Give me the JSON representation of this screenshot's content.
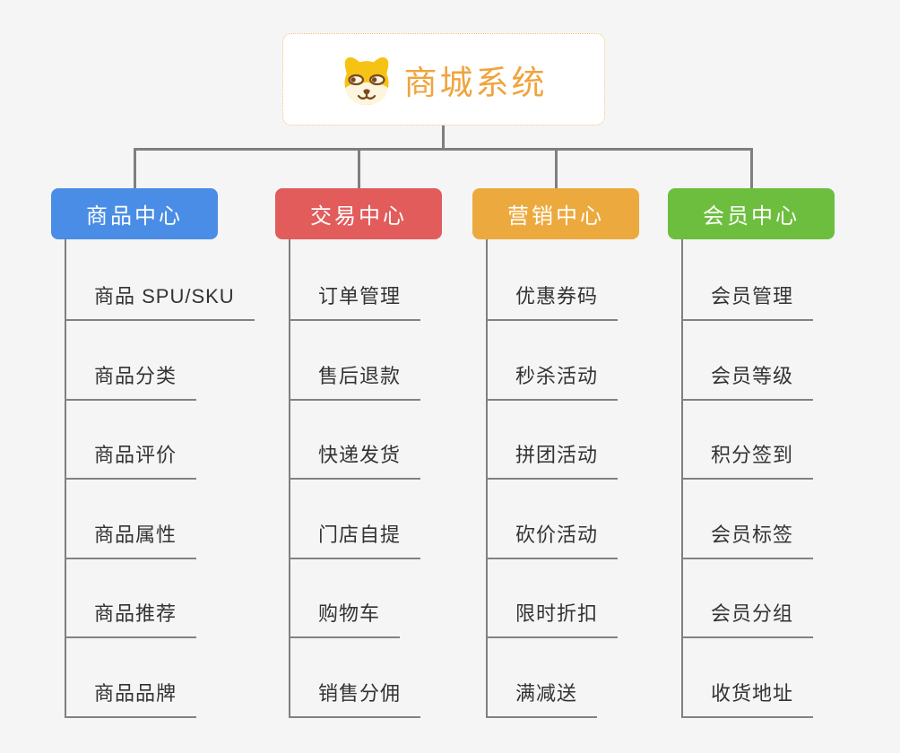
{
  "root": {
    "title": "商城系统",
    "icon": "dog-face",
    "title_color": "#F0A43C",
    "border_color": "#F1C078",
    "background": "#FFFFFF"
  },
  "branches": [
    {
      "label": "商品中心",
      "color": "#4A8DE6",
      "children": [
        "商品 SPU/SKU",
        "商品分类",
        "商品评价",
        "商品属性",
        "商品推荐",
        "商品品牌"
      ]
    },
    {
      "label": "交易中心",
      "color": "#E25C5C",
      "children": [
        "订单管理",
        "售后退款",
        "快递发货",
        "门店自提",
        "购物车",
        "销售分佣"
      ]
    },
    {
      "label": "营销中心",
      "color": "#ECAA3E",
      "children": [
        "优惠券码",
        "秒杀活动",
        "拼团活动",
        "砍价活动",
        "限时折扣",
        "满减送"
      ]
    },
    {
      "label": "会员中心",
      "color": "#6DBE3E",
      "children": [
        "会员管理",
        "会员等级",
        "积分签到",
        "会员标签",
        "会员分组",
        "收货地址"
      ]
    }
  ],
  "connector_color": "#7F7F7F",
  "leaf_text_color": "#333333",
  "canvas_background": "#F5F5F5"
}
